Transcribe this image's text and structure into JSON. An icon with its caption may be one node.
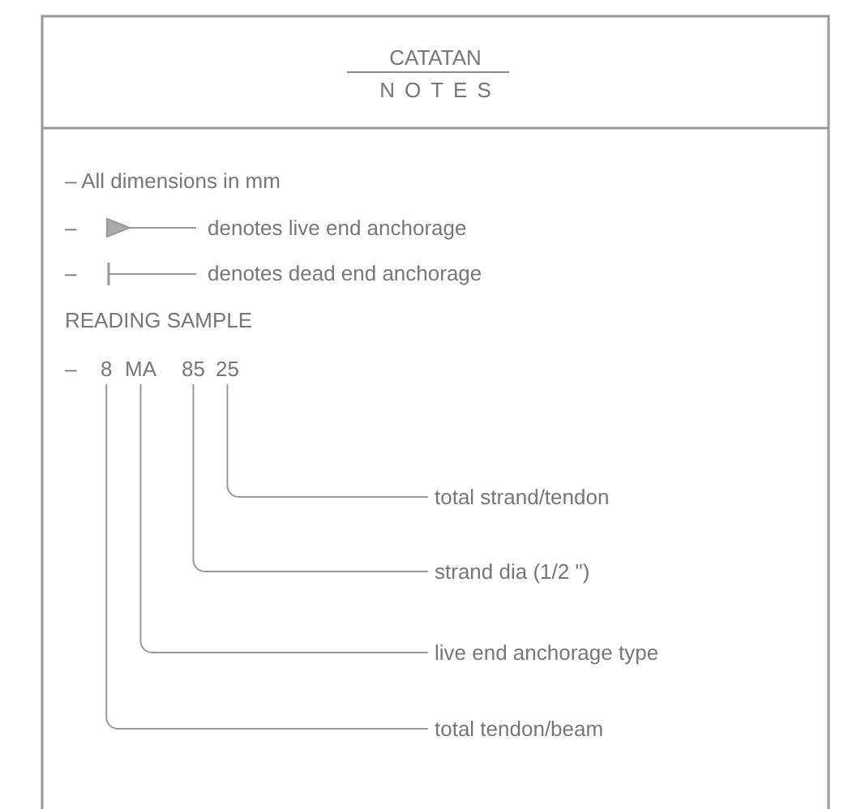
{
  "diagram": {
    "nodes": [
      {
        "text": [
          "CATATAN",
          "NOTES"
        ]
      },
      {
        "text": [
          "8"
        ]
      },
      {
        "text": [
          "MA"
        ]
      },
      {
        "text": [
          "85"
        ]
      },
      {
        "text": [
          "25"
        ]
      },
      {
        "text": [
          "total strand/tendon"
        ]
      },
      {
        "text": [
          "strand dia (1/2 \")"
        ]
      },
      {
        "text": [
          "live end anchorage type"
        ]
      },
      {
        "text": [
          "total tendon/beam"
        ]
      }
    ],
    "edges": [
      {
        "from": 5,
        "to": 4,
        "arrow": "none"
      },
      {
        "from": 6,
        "to": 3,
        "arrow": "none"
      },
      {
        "from": 7,
        "to": 2,
        "arrow": "none"
      },
      {
        "from": 8,
        "to": 1,
        "arrow": "none"
      }
    ],
    "labels": [
      "– All dimensions in mm",
      "–",
      "denotes live end anchorage",
      "–",
      "denotes dead end anchorage",
      "READING SAMPLE",
      "–"
    ]
  }
}
